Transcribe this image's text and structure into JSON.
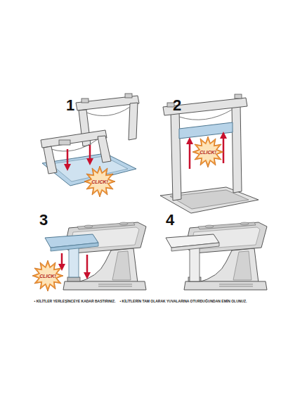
{
  "diagram": {
    "labels": [
      "1",
      "CLICK!",
      "2",
      "CLICK!",
      "3",
      "CLICK!",
      "4",
      "• KİLİTLER YERLEŞİNCEYE KADAR BASTIRINIZ.",
      "• KİLİTLERİN TAM OLARAK YUVALARINA OTURDUĞUNDAN EMİN OLUNUZ."
    ]
  }
}
